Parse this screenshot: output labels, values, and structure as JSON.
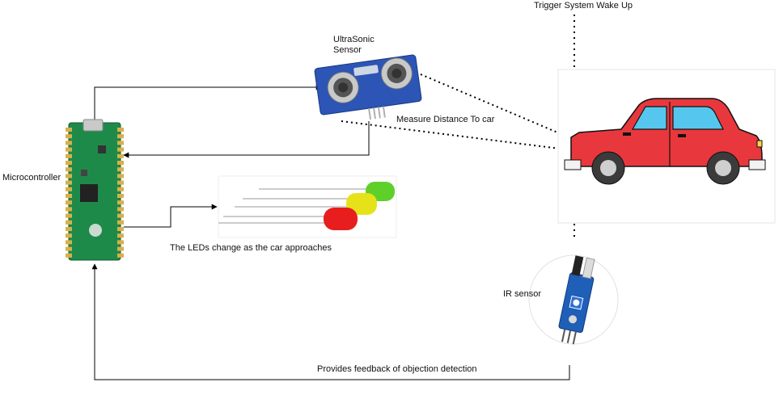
{
  "labels": {
    "microcontroller": "Microcontroller",
    "ultrasonic_line1": "UltraSonic",
    "ultrasonic_line2": "Sensor",
    "measure": "Measure Distance To car",
    "leds": "The LEDs change as the car approaches",
    "trigger": "Trigger System Wake Up",
    "ir": "IR sensor",
    "feedback": "Provides feedback of objection detection"
  },
  "colors": {
    "board": "#1e8a4a",
    "board_dark": "#126b36",
    "pin": "#d8b04a",
    "sensor_blue": "#2c55b5",
    "car_red": "#e8383d",
    "led_red": "#e81e1e",
    "led_yellow": "#e6e21a",
    "led_green": "#5fd02a",
    "line": "#000000"
  },
  "icons": [
    "raspberry-pi-pico-board",
    "ultrasonic-sensor-module",
    "led-bundle",
    "red-car",
    "ir-sensor-module"
  ]
}
